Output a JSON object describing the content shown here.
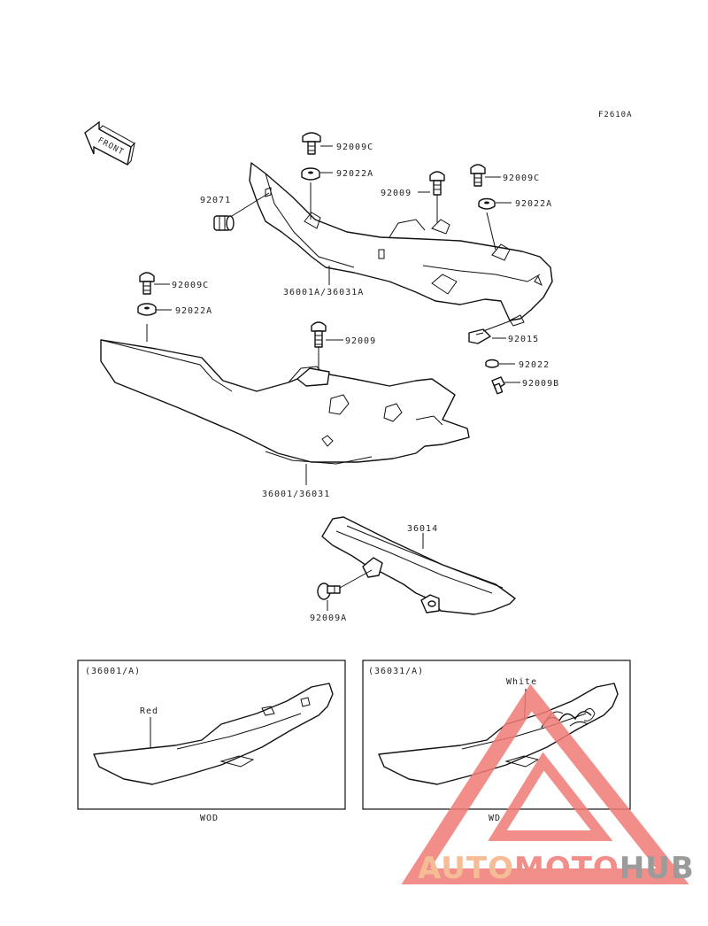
{
  "figure_code": "F2610A",
  "front_label": "FRONT",
  "parts": {
    "p92009C_top": "92009C",
    "p92022A_top": "92022A",
    "p92071": "92071",
    "p92009": "92009",
    "p92009C_right": "92009C",
    "p92022A_right": "92022A",
    "p36001A": "36001A/36031A",
    "p92009C_left": "92009C",
    "p92022A_left": "92022A",
    "p92009_mid": "92009",
    "p92015": "92015",
    "p92022": "92022",
    "p92009B": "92009B",
    "p36001": "36001/36031",
    "p36014": "36014",
    "p92009A": "92009A"
  },
  "inset_left": {
    "title": "(36001/A)",
    "color_note": "Red",
    "caption": "WOD"
  },
  "inset_right": {
    "title": "(36031/A)",
    "color_note": "White",
    "caption": "WD"
  },
  "watermark": {
    "part1": "AUTO",
    "part2": "MOTO",
    "part3": "HUB"
  },
  "colors": {
    "watermark_orange": "#f4b183",
    "watermark_red": "#ef7b76",
    "watermark_gray": "#8a8a8a"
  }
}
